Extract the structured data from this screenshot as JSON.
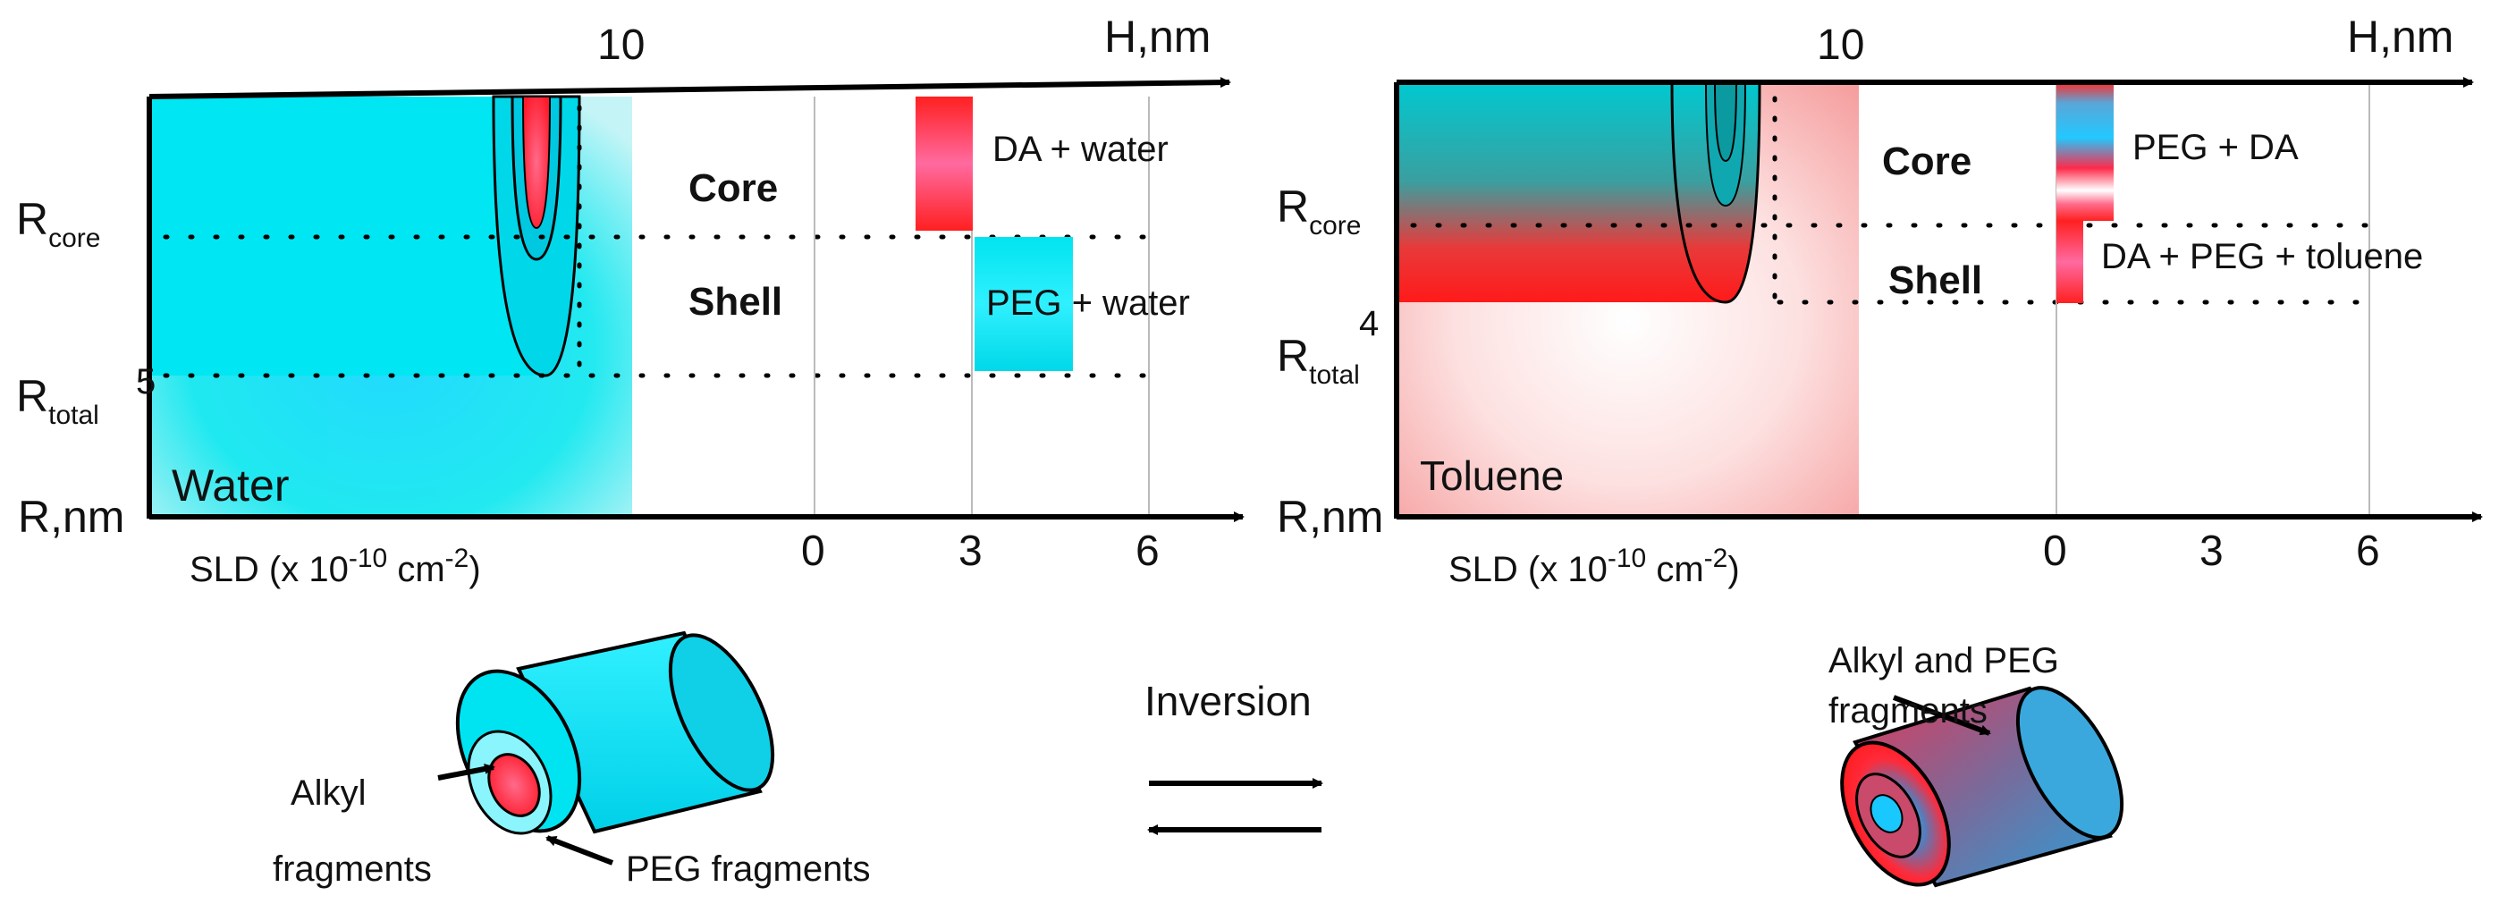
{
  "left_panel": {
    "h_axis_label": "H,nm",
    "h_tick": "10",
    "r_axis_label": "R,nm",
    "r_core_main": "R",
    "r_core_sub": "core",
    "r_total_main": "R",
    "r_total_sub": "total",
    "r_total_value": "5",
    "medium_label": "Water",
    "sld_label_main": "SLD (x 10",
    "sld_label_exp1": "-10",
    "sld_label_unit": " cm",
    "sld_label_exp2": "-2",
    "sld_label_close": ")",
    "sld_ticks": [
      "0",
      "3",
      "6"
    ],
    "core_label": "Core",
    "shell_label": "Shell",
    "core_composition": "DA + water",
    "shell_composition": "PEG + water"
  },
  "right_panel": {
    "h_axis_label": "H,nm",
    "h_tick": "10",
    "r_axis_label": "R,nm",
    "r_core_main": "R",
    "r_core_sub": "core",
    "r_total_main": "R",
    "r_total_sub": "total",
    "r_total_value": "4",
    "medium_label": "Toluene",
    "sld_label_main": "SLD (x 10",
    "sld_label_exp1": "-10",
    "sld_label_unit": " cm",
    "sld_label_exp2": "-2",
    "sld_label_close": ")",
    "sld_ticks": [
      "0",
      "3",
      "6"
    ],
    "core_label": "Core",
    "shell_label": "Shell",
    "core_composition": "PEG + DA",
    "shell_composition": "DA + PEG + toluene"
  },
  "bottom": {
    "inversion_label": "Inversion",
    "left_cylinder_callout_alkyl_line1": "Alkyl",
    "left_cylinder_callout_alkyl_line2": "fragments",
    "left_cylinder_callout_peg": "PEG fragments",
    "right_cylinder_callout_line1": "Alkyl and PEG",
    "right_cylinder_callout_line2": "fragments"
  },
  "colors": {
    "cyan": "#00e1f0",
    "red": "#ff2020",
    "pink_light": "#ffe8e8",
    "teal_dark": "#0a9aa0",
    "blue_mid": "#3aa6d8"
  }
}
